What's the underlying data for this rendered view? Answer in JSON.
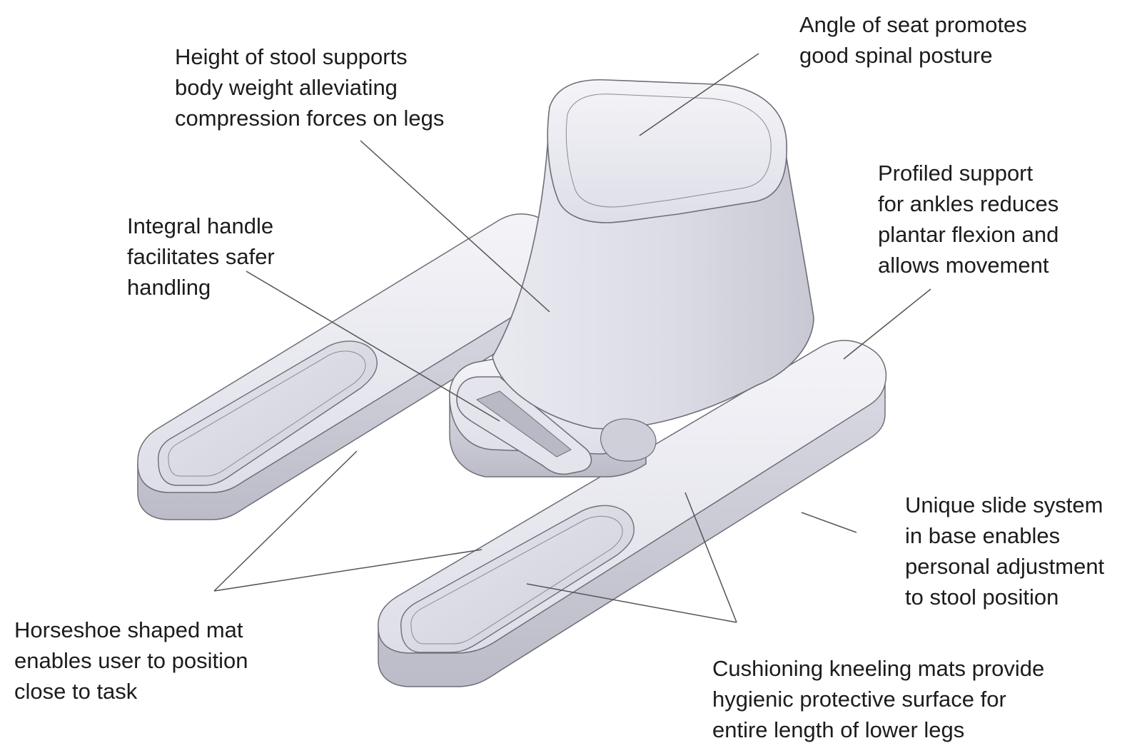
{
  "annotations": {
    "stool_height": {
      "lines": [
        "Height of stool supports",
        "body weight alleviating",
        "compression forces on legs"
      ]
    },
    "seat_angle": {
      "lines": [
        "Angle of seat promotes",
        "good spinal posture"
      ]
    },
    "integral_handle": {
      "lines": [
        "Integral handle",
        "facilitates safer",
        "handling"
      ]
    },
    "ankle_support": {
      "lines": [
        "Profiled support",
        "for ankles reduces",
        "plantar flexion and",
        "allows movement"
      ]
    },
    "slide_system": {
      "lines": [
        "Unique slide system",
        "in base enables",
        "personal adjustment",
        "to stool position"
      ]
    },
    "horseshoe_mat": {
      "lines": [
        "Horseshoe shaped mat",
        "enables user to position",
        "close to task"
      ]
    },
    "kneeling_mats": {
      "lines": [
        "Cushioning kneeling mats provide",
        "hygienic protective surface for",
        "entire length of lower legs"
      ]
    }
  },
  "colors": {
    "text": "#1c1c1c",
    "leader_line": "#555555",
    "body_fill_light": "#f1f1f6",
    "body_fill_mid": "#dcdce6",
    "body_fill_dark": "#c3c3cf",
    "outline": "#6e6e78"
  }
}
